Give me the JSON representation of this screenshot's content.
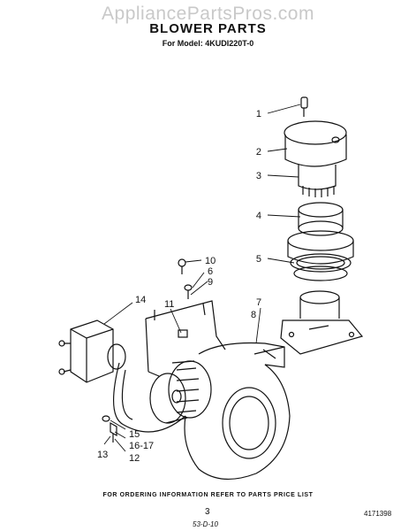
{
  "header": {
    "watermark": "AppliancePartsPros.com",
    "title": "BLOWER PARTS",
    "model_line": "For Model: 4KUDI220T-0"
  },
  "callouts": {
    "c1": "1",
    "c2": "2",
    "c3": "3",
    "c4": "4",
    "c5": "5",
    "c6": "6",
    "c7": "7",
    "c8": "8",
    "c9": "9",
    "c10": "10",
    "c11": "11",
    "c12": "12",
    "c13": "13",
    "c14": "14",
    "c15": "15",
    "c16_17": "16-17"
  },
  "footer": {
    "ordering_note": "FOR ORDERING INFORMATION REFER TO PARTS PRICE LIST",
    "page_number": "3",
    "document_number": "4171398",
    "handwritten_note": "53-D-10"
  }
}
